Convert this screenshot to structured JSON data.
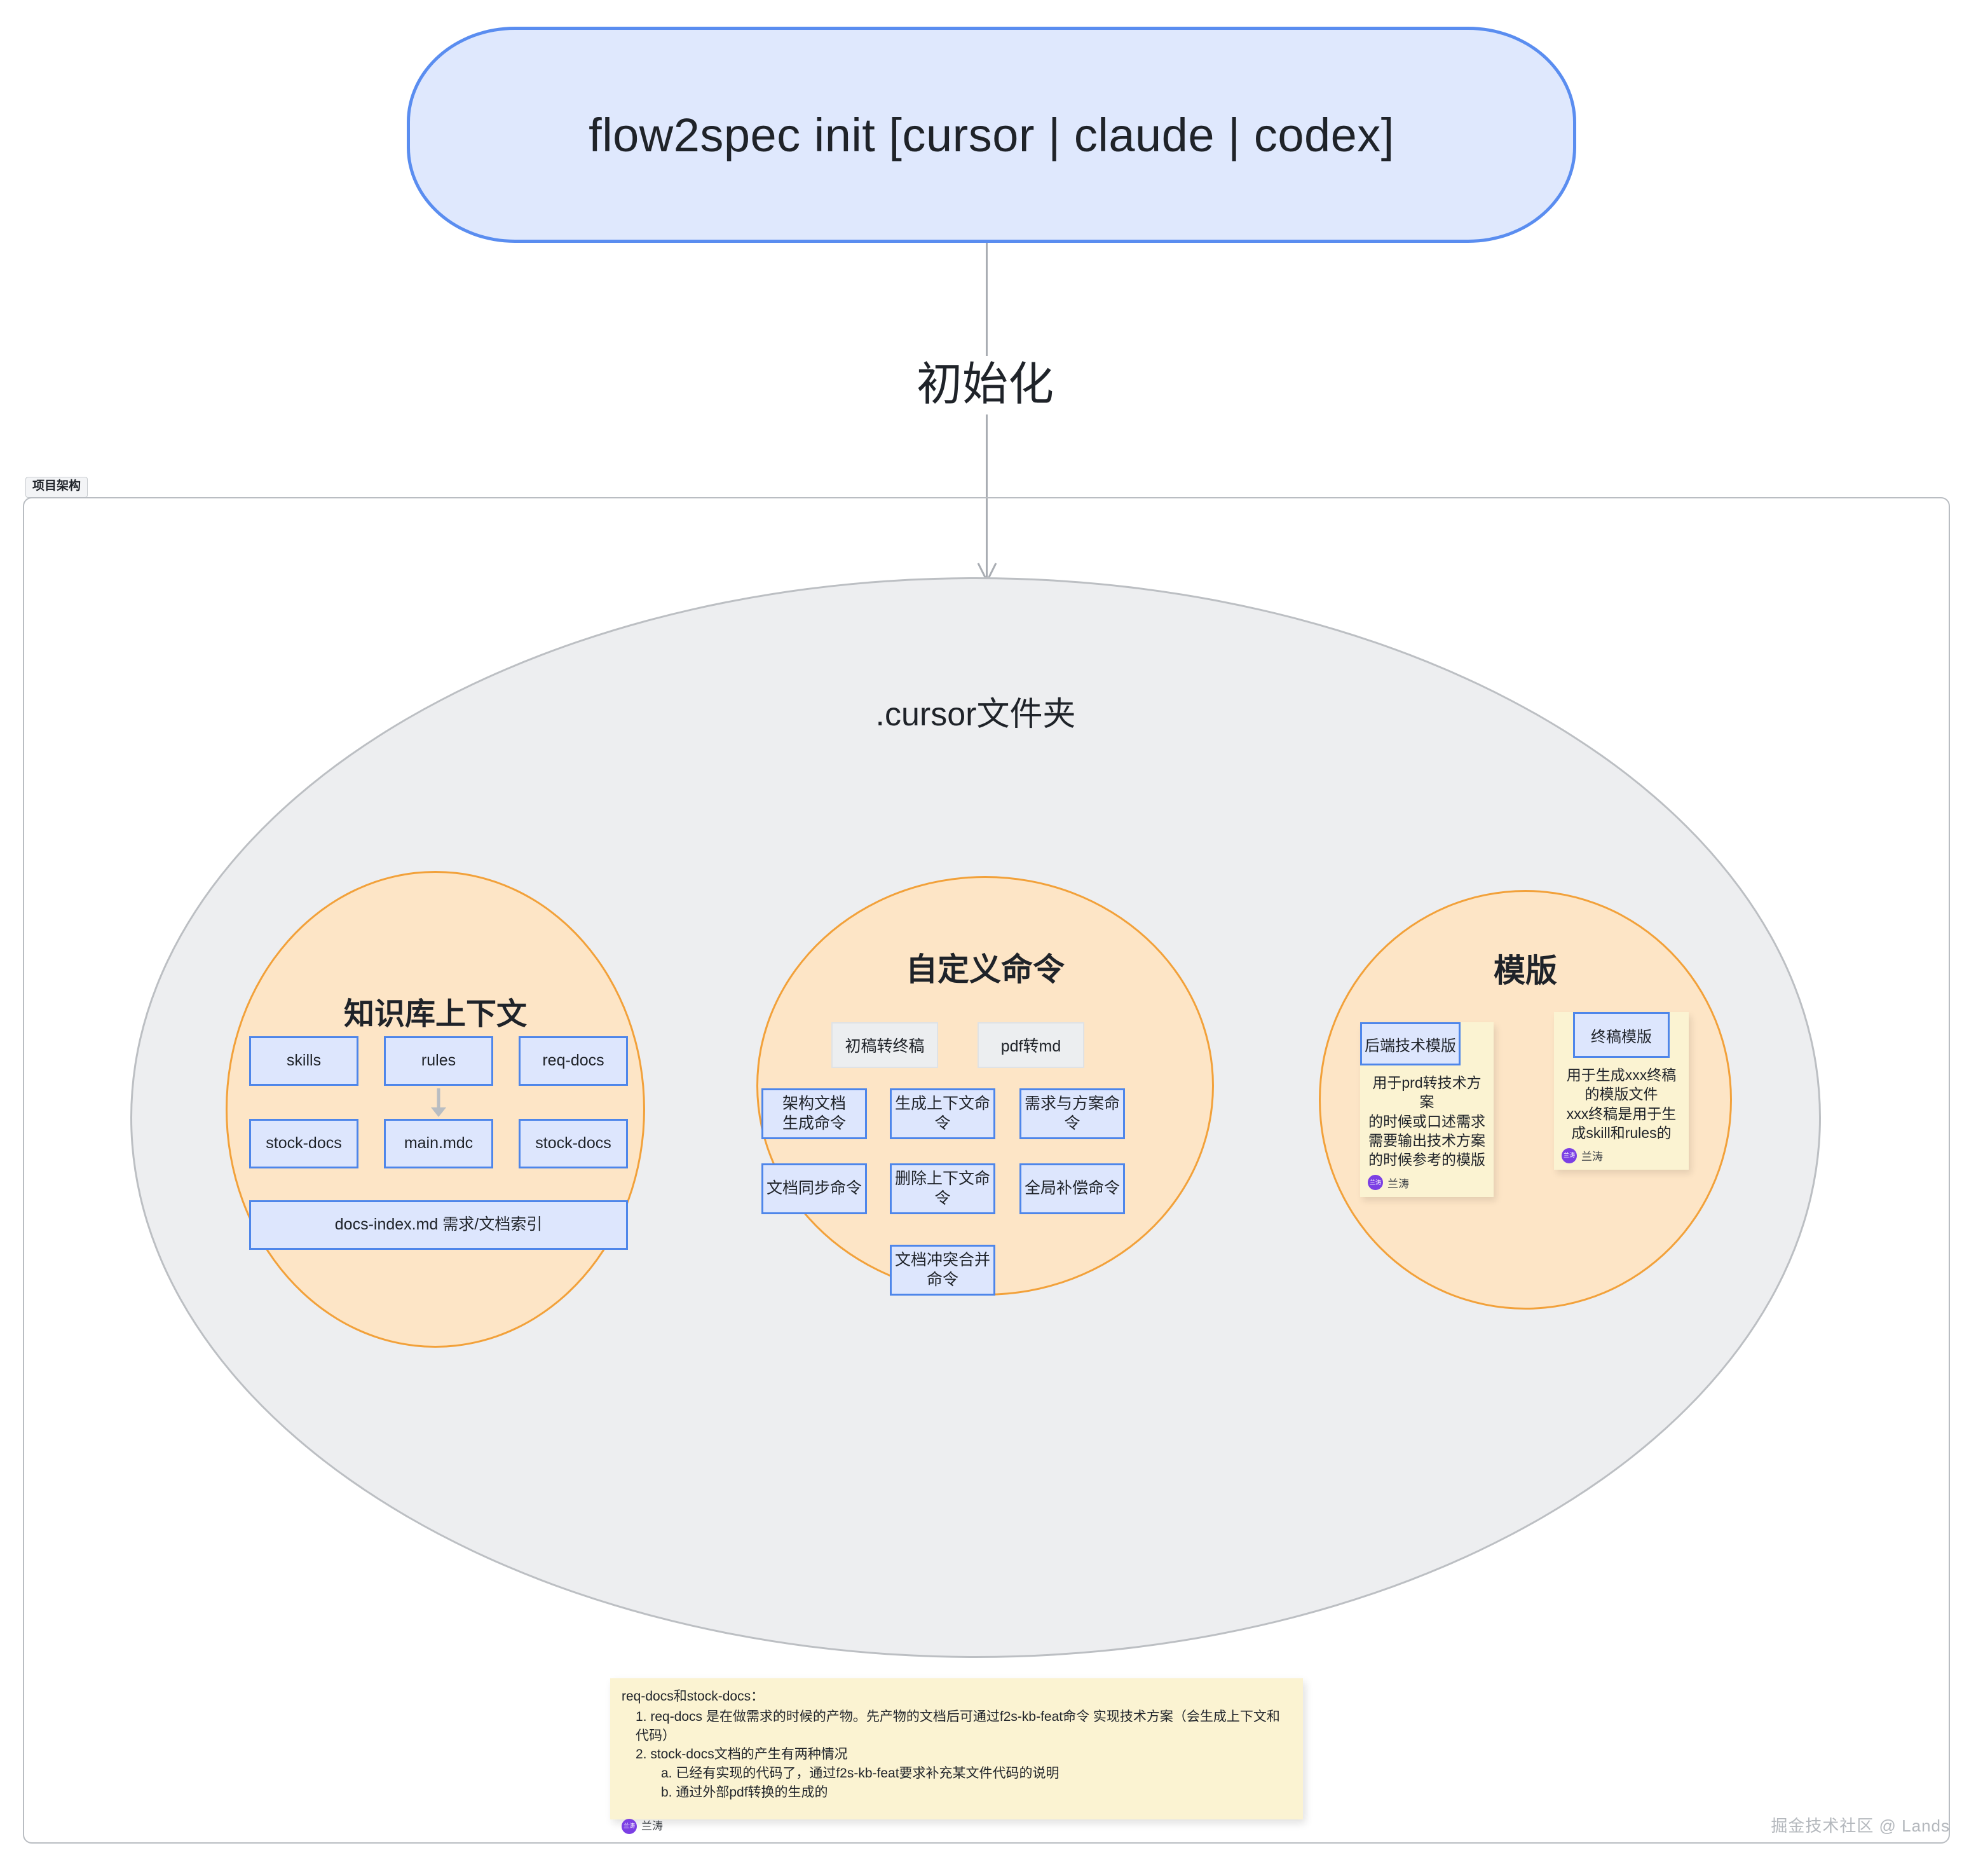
{
  "command_node": {
    "text": "flow2spec init [cursor | claude | codex]"
  },
  "connector": {
    "label": "初始化",
    "arrow_icon": "arrow-down-icon"
  },
  "group": {
    "label": "项目架构"
  },
  "main_ellipse": {
    "label": ".cursor文件夹"
  },
  "circles": {
    "knowledge_base": {
      "title": "知识库上下文",
      "nodes": [
        {
          "id": "skills",
          "label": "skills"
        },
        {
          "id": "rules",
          "label": "rules"
        },
        {
          "id": "req-docs",
          "label": "req-docs"
        },
        {
          "id": "stock-docs-1",
          "label": "stock-docs"
        },
        {
          "id": "main-mdc",
          "label": "main.mdc"
        },
        {
          "id": "stock-docs-2",
          "label": "stock-docs"
        },
        {
          "id": "docs-index",
          "label": "docs-index.md 需求/文档索引"
        }
      ],
      "arrow_icon": "arrow-down-icon"
    },
    "custom_commands": {
      "title": "自定义命令",
      "gray_nodes": [
        {
          "id": "draft-to-final",
          "label": "初稿转终稿"
        },
        {
          "id": "pdf-to-md",
          "label": "pdf转md"
        }
      ],
      "blue_nodes": [
        {
          "id": "arch-doc-gen",
          "label": "架构文档\n生成命令"
        },
        {
          "id": "gen-context",
          "label": "生成上下文命令"
        },
        {
          "id": "req-and-plan",
          "label": "需求与方案命令"
        },
        {
          "id": "doc-sync",
          "label": "文档同步命令"
        },
        {
          "id": "delete-context",
          "label": "删除上下文命令"
        },
        {
          "id": "global-compensate",
          "label": "全局补偿命令"
        },
        {
          "id": "doc-conflict-merge",
          "label": "文档冲突合并命令"
        }
      ]
    },
    "templates": {
      "title": "模版",
      "notes": [
        {
          "id": "backend-tech-template",
          "head": "后端技术模版",
          "body": "用于prd转技术方案\n的时候或口述需求\n需要输出技术方案\n的时候参考的模版",
          "author": "兰涛",
          "avatar_text": "兰涛"
        },
        {
          "id": "final-draft-template",
          "head": "终稿模版",
          "body": "用于生成xxx终稿\n的模版文件\nxxx终稿是用于生\n成skill和rules的",
          "author": "兰涛",
          "avatar_text": "兰涛"
        }
      ]
    }
  },
  "bottom_note": {
    "title": "req-docs和stock-docs：",
    "lines": [
      {
        "indent": 1,
        "text": "1. req-docs 是在做需求的时候的产物。先产物的文档后可通过f2s-kb-feat命令 实现技术方案（会生成上下文和代码）"
      },
      {
        "indent": 1,
        "text": "2. stock-docs文档的产生有两种情况"
      },
      {
        "indent": 2,
        "text": "a. 已经有实现的代码了，通过f2s-kb-feat要求补充某文件代码的说明"
      },
      {
        "indent": 2,
        "text": "b. 通过外部pdf转换的生成的"
      }
    ],
    "author": "兰涛",
    "avatar_text": "兰涛"
  },
  "watermark": {
    "text": "掘金技术社区 @ Lands"
  },
  "colors": {
    "command_node_fill": "#dfe8fd",
    "command_node_border": "#5a8df0",
    "main_ellipse_fill": "#edeef0",
    "main_ellipse_border": "#bcbfc3",
    "sub_circle_fill": "#fde5c6",
    "sub_circle_border": "#f2a13a",
    "blue_node_fill": "#dde6fd",
    "blue_node_border": "#4e86ea",
    "gray_node_fill": "#eceef0",
    "sticky_fill": "#fbf3d2",
    "avatar": "#7b3fe4"
  }
}
